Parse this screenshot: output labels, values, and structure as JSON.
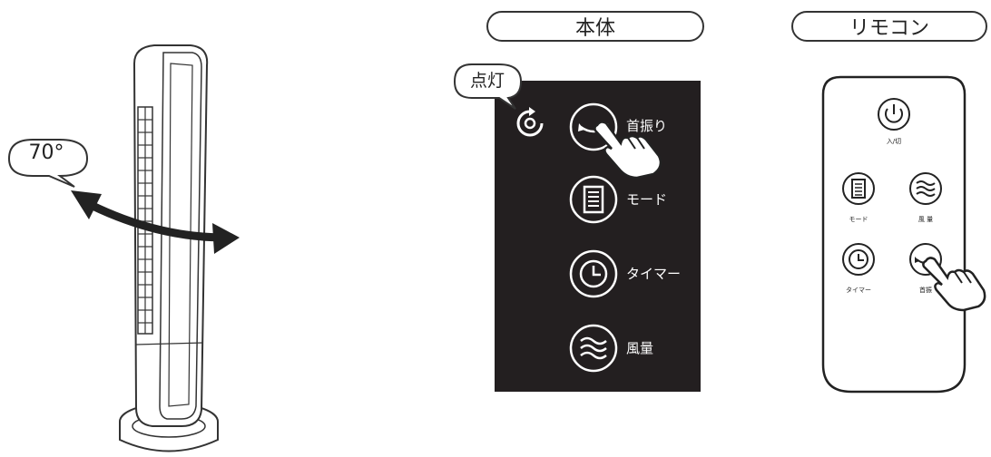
{
  "fan": {
    "angle_label": "70°"
  },
  "body_panel": {
    "title": "本体",
    "light_label": "点灯",
    "buttons": [
      {
        "label": "首振り",
        "icon": "oscillate-icon"
      },
      {
        "label": "モード",
        "icon": "mode-icon"
      },
      {
        "label": "タイマー",
        "icon": "timer-icon"
      },
      {
        "label": "風量",
        "icon": "wind-icon"
      }
    ]
  },
  "remote": {
    "title": "リモコン",
    "power_label": "入/切",
    "mode_label": "モード",
    "wind_label": "風 量",
    "timer_label": "タイマー",
    "oscillate_label": "首振"
  },
  "colors": {
    "panel_bg": "#231f20",
    "line": "#222222"
  }
}
